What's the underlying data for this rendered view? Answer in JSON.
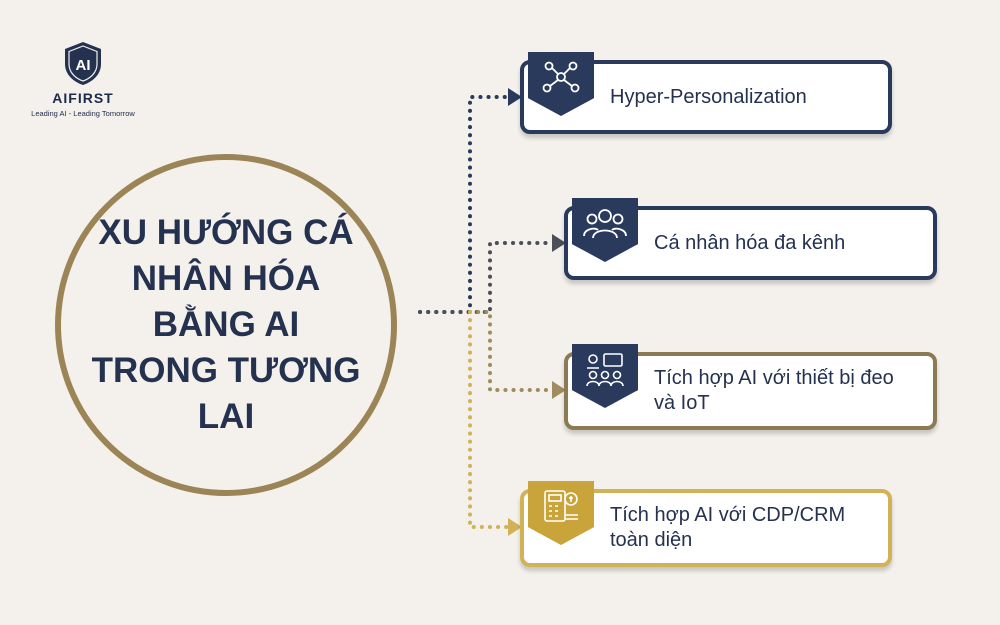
{
  "brand": {
    "name": "AIFIRST",
    "logo_mark": "AI",
    "tagline": "Leading AI - Leading Tomorrow"
  },
  "center": {
    "title": "XU HƯỚNG CÁ NHÂN HÓA BẰNG AI TRONG TƯƠNG LAI"
  },
  "items": [
    {
      "label": "Hyper-Personalization",
      "icon": "network-people-icon"
    },
    {
      "label": "Cá nhân hóa đa kênh",
      "icon": "group-users-icon"
    },
    {
      "label": "Tích hợp AI với thiết bị đeo và IoT",
      "icon": "devices-team-icon"
    },
    {
      "label": "Tích hợp AI với CDP/CRM toàn diện",
      "icon": "crm-finance-icon"
    }
  ],
  "colors": {
    "navy": "#2a3a5c",
    "gold": "#c9a43a",
    "circle_border": "#9b8456",
    "background": "#f4f1ec"
  }
}
